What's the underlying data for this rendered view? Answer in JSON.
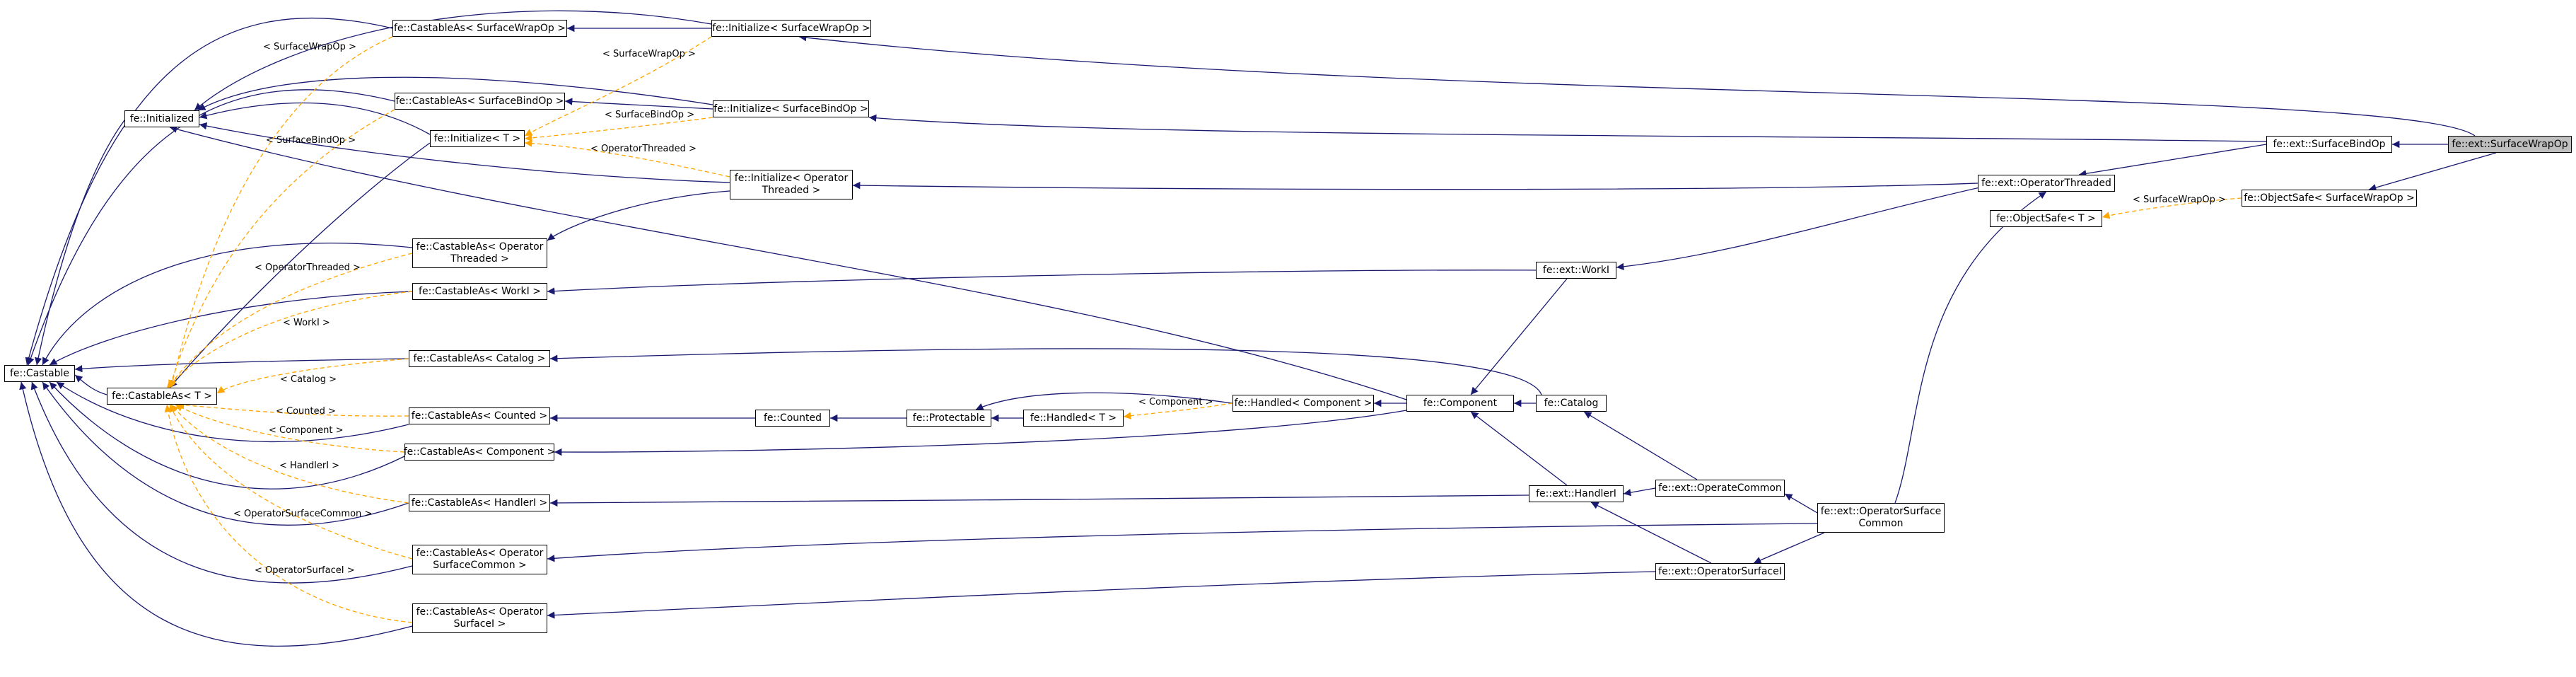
{
  "colors": {
    "inherit": "#191970",
    "template": "#FFA500",
    "node_border": "#000000",
    "selected_fill": "#BFBFBF"
  },
  "nodes": {
    "castable": "fe::Castable",
    "castableas_t": "fe::CastableAs< T >",
    "initialized": "fe::Initialized",
    "initialize_t": "fe::Initialize< T >",
    "ca_surfacewrapop": "fe::CastableAs< SurfaceWrapOp >",
    "ca_surfacebindop": "fe::CastableAs< SurfaceBindOp >",
    "ca_operatorthreaded": "fe::CastableAs< Operator\nThreaded >",
    "ca_worki": "fe::CastableAs< WorkI >",
    "ca_catalog": "fe::CastableAs< Catalog >",
    "ca_counted": "fe::CastableAs< Counted >",
    "ca_component": "fe::CastableAs< Component >",
    "ca_handlerl": "fe::CastableAs< HandlerI >",
    "ca_opsurfacecommon": "fe::CastableAs< Operator\nSurfaceCommon >",
    "ca_opsurfacei": "fe::CastableAs< Operator\nSurfaceI >",
    "init_surfacewrapop": "fe::Initialize< SurfaceWrapOp >",
    "init_surfacebindop": "fe::Initialize< SurfaceBindOp >",
    "init_operatorthreaded": "fe::Initialize< Operator\nThreaded >",
    "counted": "fe::Counted",
    "protectable": "fe::Protectable",
    "handled_t": "fe::Handled< T >",
    "handled_component": "fe::Handled< Component >",
    "component": "fe::Component",
    "catalog": "fe::Catalog",
    "worki": "fe::ext::WorkI",
    "handleri": "fe::ext::HandlerI",
    "operatecommon": "fe::ext::OperateCommon",
    "operatorsurfacei": "fe::ext::OperatorSurfaceI",
    "operatorsurfacecommon": "fe::ext::OperatorSurface\nCommon",
    "operatorthreaded": "fe::ext::OperatorThreaded",
    "objectsafe_t": "fe::ObjectSafe< T >",
    "objectsafe_surfacewrapop": "fe::ObjectSafe< SurfaceWrapOp >",
    "surfacebindop": "fe::ext::SurfaceBindOp",
    "surfacewrapop": "fe::ext::SurfaceWrapOp"
  },
  "edge_labels": {
    "surfacewrapop": "< SurfaceWrapOp >",
    "surfacebindop": "< SurfaceBindOp >",
    "operatorthreaded": "< OperatorThreaded >",
    "worki": "< WorkI >",
    "catalog": "< Catalog >",
    "counted": "< Counted >",
    "component": "< Component >",
    "handleri": "< HandlerI >",
    "operatorsurfacecommon": "< OperatorSurfaceCommon >",
    "operatorsurfacei": "< OperatorSurfaceI >"
  }
}
